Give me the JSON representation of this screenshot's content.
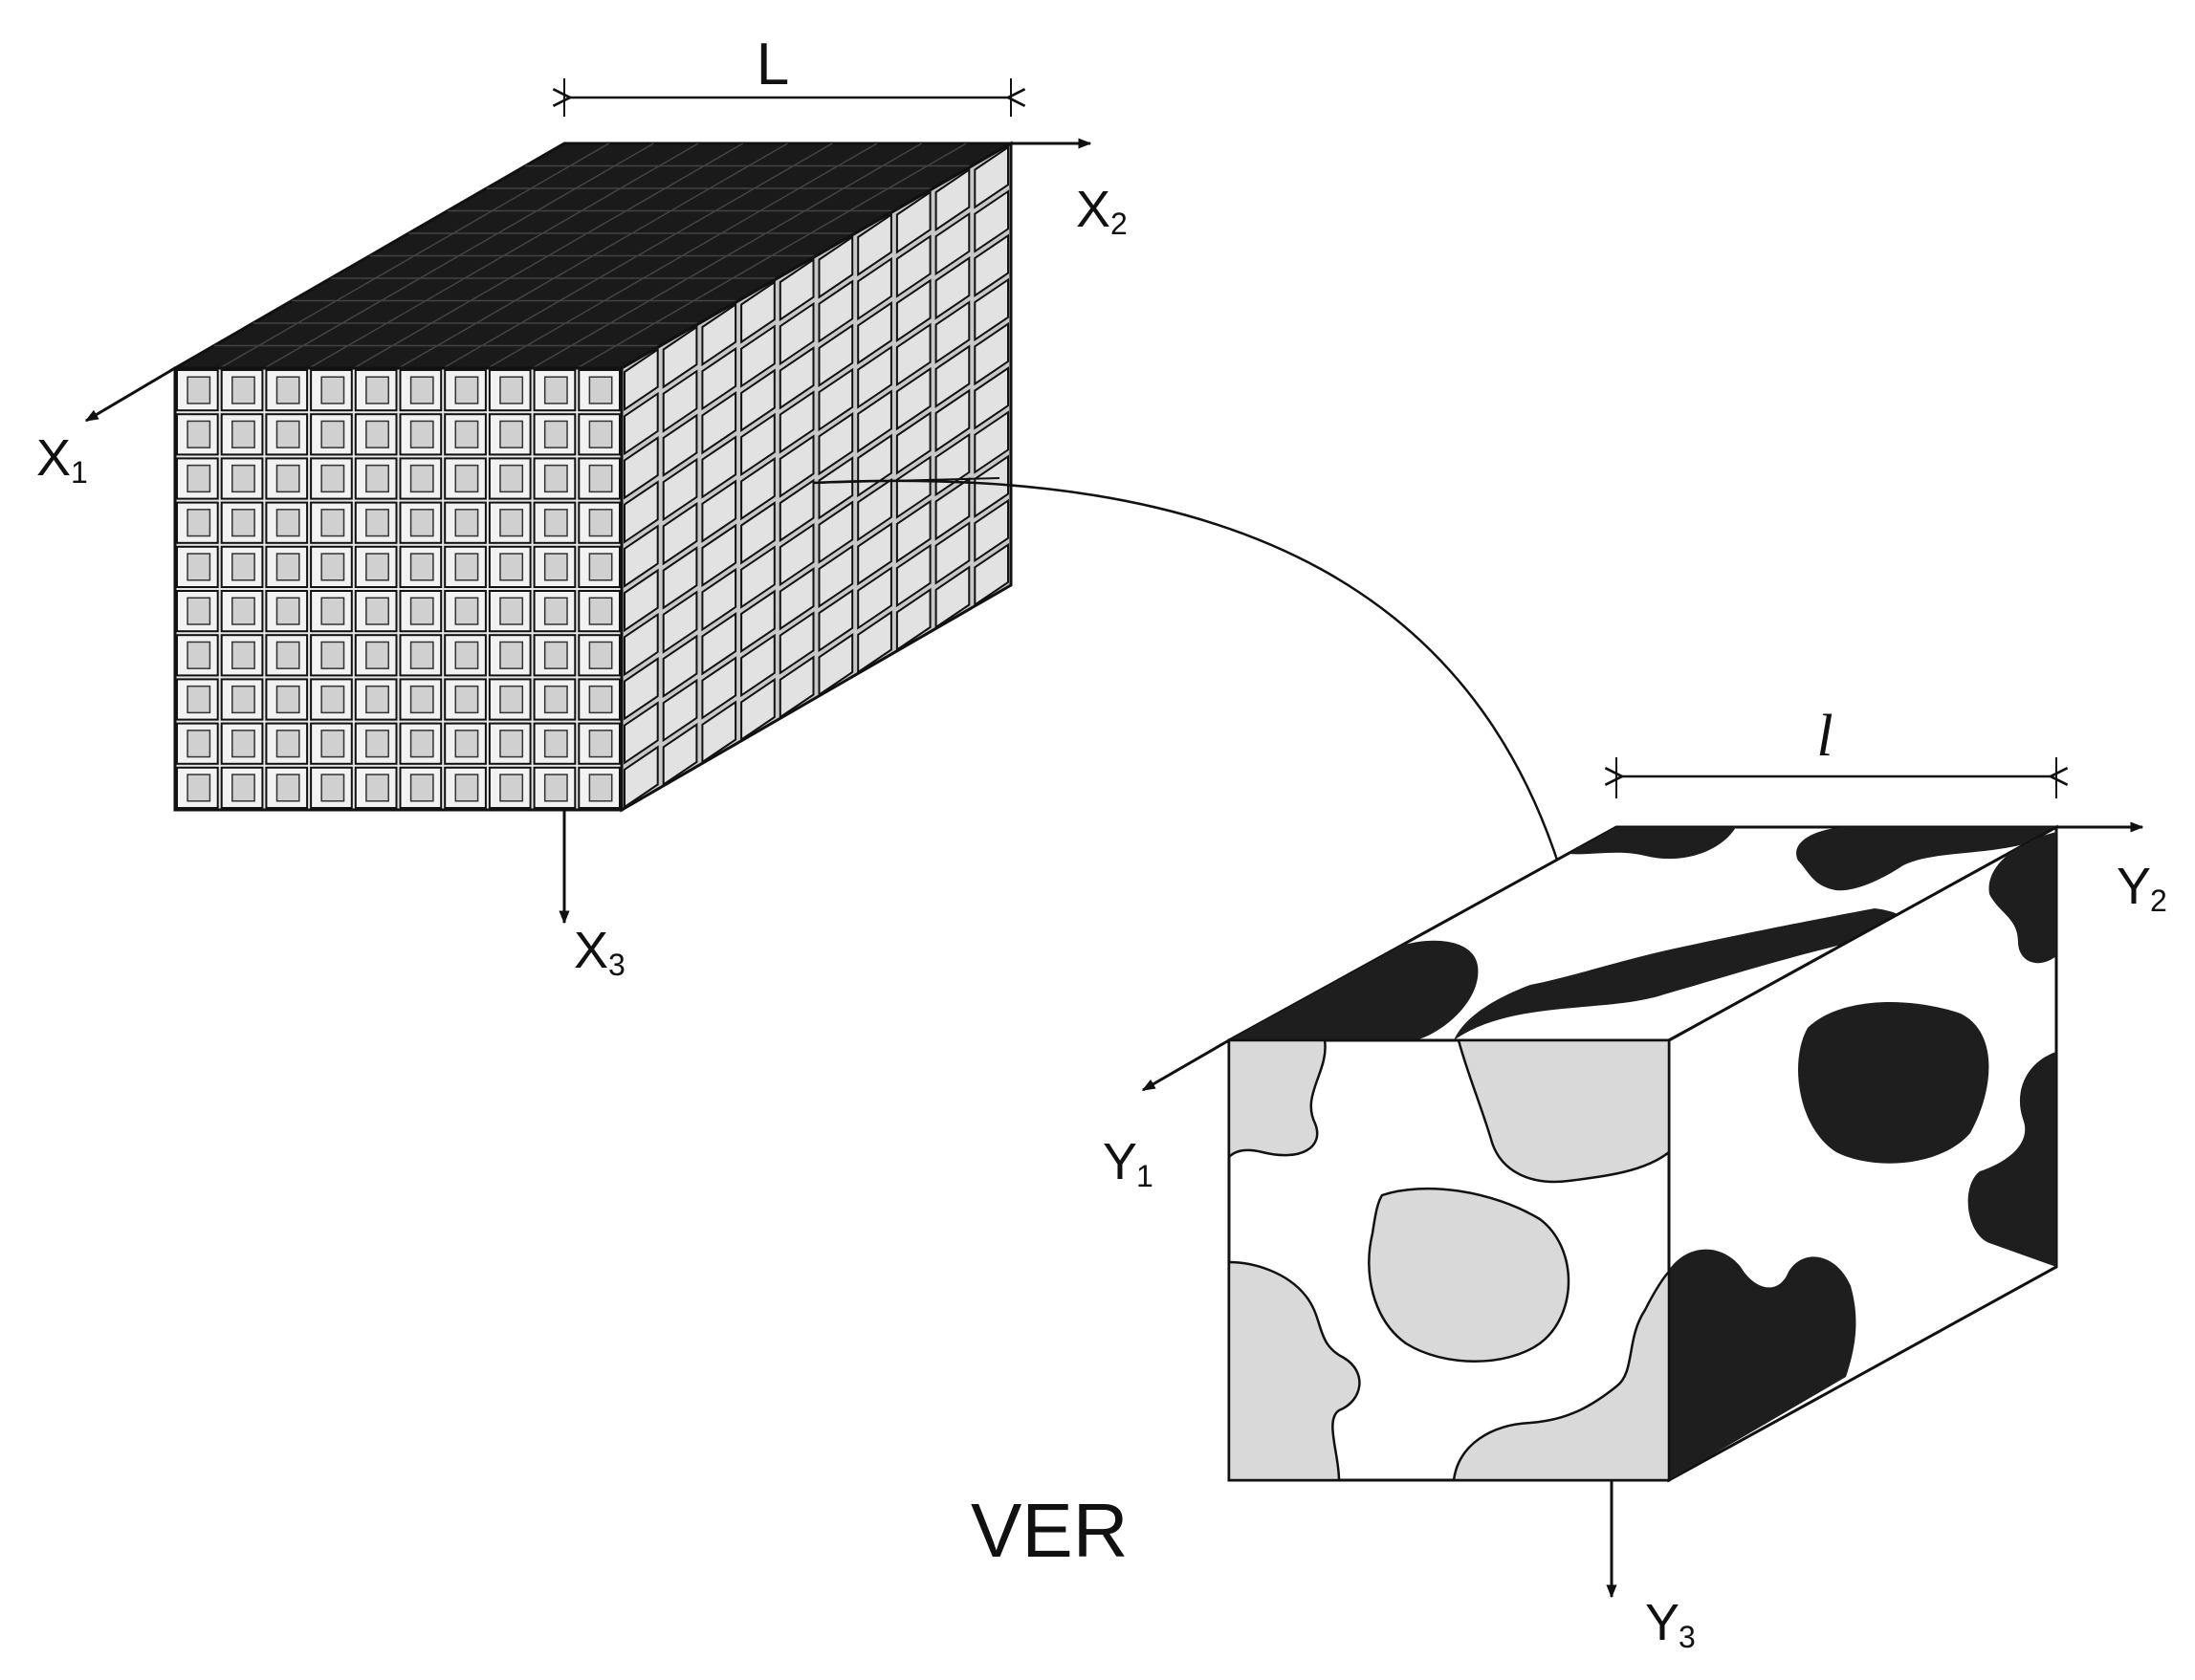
{
  "labels": {
    "length_macro": "L",
    "length_micro": "l",
    "axes_macro": {
      "x1": "X",
      "x1_sub": "1",
      "x2": "X",
      "x2_sub": "2",
      "x3": "X",
      "x3_sub": "3"
    },
    "axes_micro": {
      "y1": "Y",
      "y1_sub": "1",
      "y2": "Y",
      "y2_sub": "2",
      "y3": "Y",
      "y3_sub": "3"
    },
    "ver": "VER"
  },
  "colors": {
    "ink": "#111111",
    "top_dark": "#1a1a1a",
    "light_gray": "#d9d9d9",
    "side_gray": "#c8c8c8",
    "inclusion_dark": "#1e1e1e",
    "white": "#ffffff"
  },
  "macro_grid": {
    "front_columns": 10,
    "front_rows": 10,
    "side_columns": 10
  }
}
